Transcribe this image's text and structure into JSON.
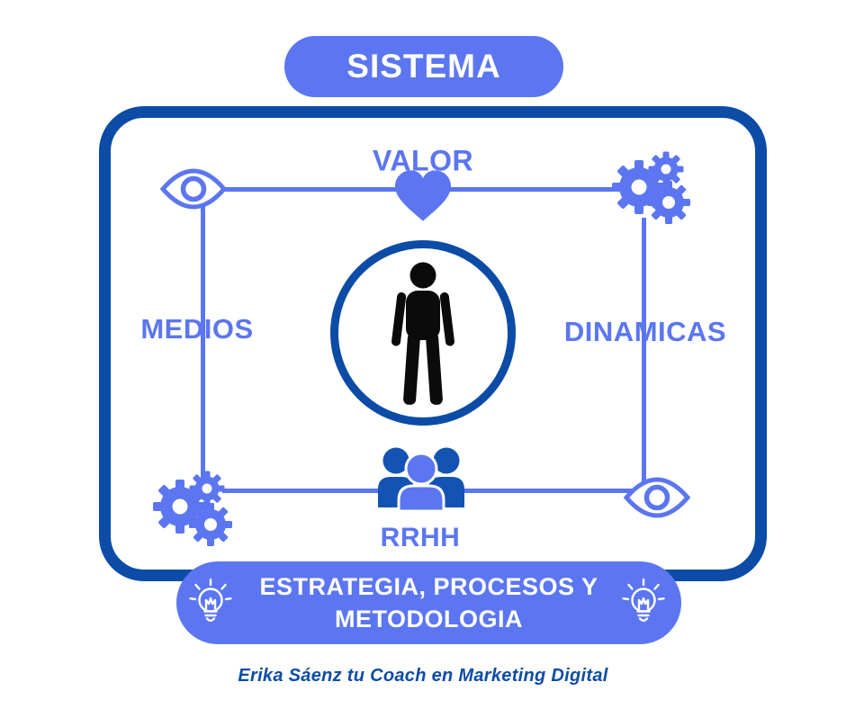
{
  "colors": {
    "accent": "#5B76F0",
    "dark": "#0C4CA6",
    "people_back": "#1353B3",
    "person_black": "#0B0B0B",
    "text_on_accent": "#FFFFFF"
  },
  "header": {
    "title": "SISTEMA"
  },
  "diagram": {
    "top": {
      "label": "VALOR",
      "icon": "heart-icon"
    },
    "left": {
      "label": "MEDIOS",
      "icon": "eye-icon"
    },
    "right": {
      "label": "DINAMICAS",
      "icon": "gears-icon"
    },
    "bottom": {
      "label": "RRHH",
      "icon": "people-icon"
    },
    "corners": {
      "top_left": "eye-icon",
      "top_right": "gears-icon",
      "bottom_left": "gears-icon",
      "bottom_right": "eye-icon"
    },
    "center": "person-icon"
  },
  "banner": {
    "label": "ESTRATEGIA, PROCESOS Y\nMETODOLOGIA",
    "icon_left": "lightbulb-icon",
    "icon_right": "lightbulb-icon"
  },
  "footer": {
    "credit": "Erika Sáenz  tu Coach en Marketing Digital"
  }
}
